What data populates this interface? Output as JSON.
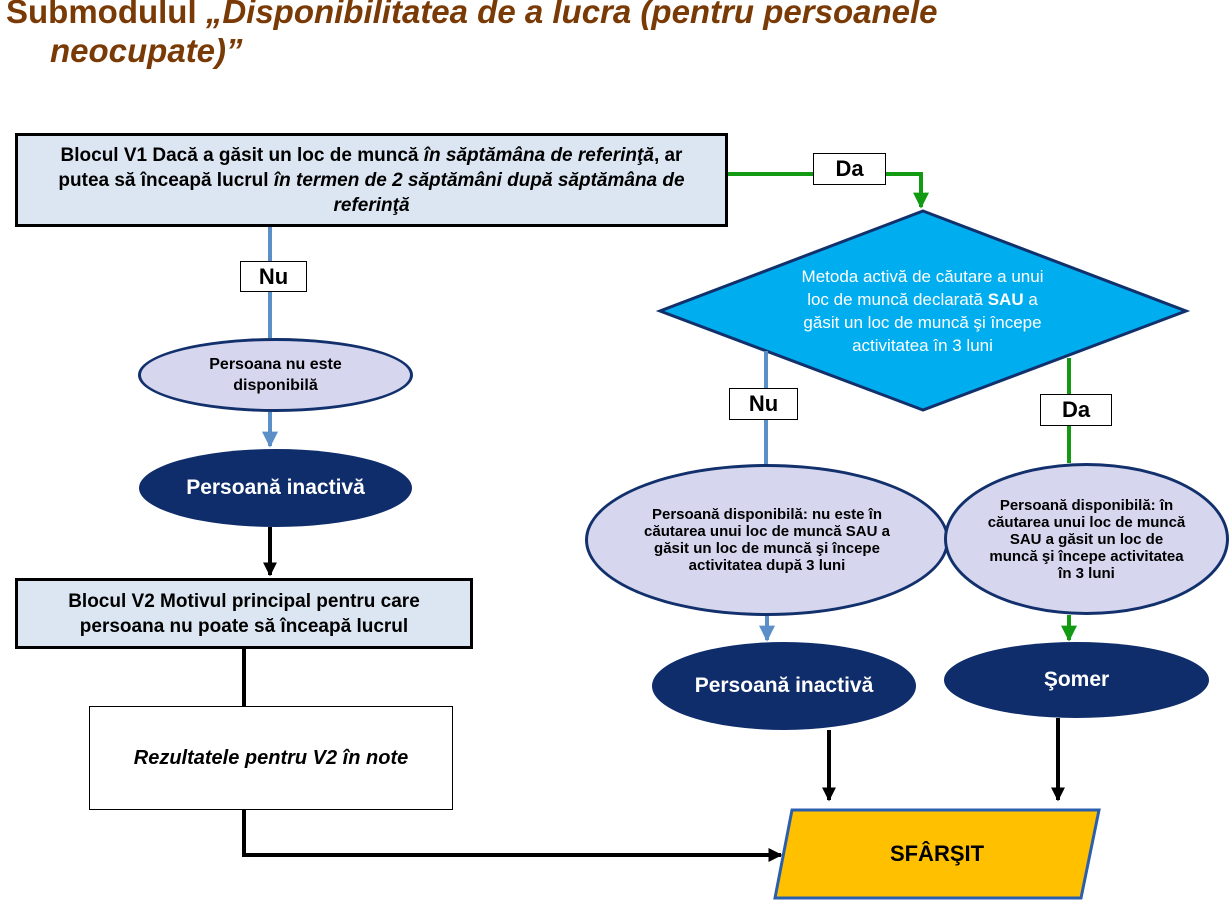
{
  "title": {
    "prefix": "Submodulul ",
    "italic_part": "„Disponibilitatea de a lucra (pentru persoanele",
    "line2": "neocupate)”"
  },
  "nodes": {
    "v1": {
      "t1": "Blocul V1 Dacă a găsit un loc de muncă ",
      "t2": "în săptămâna de referinţă",
      "t3": ", ar putea să înceapă lucrul ",
      "t4": "în termen de 2 săptămâni după săptămâna de referinţă"
    },
    "diamond": {
      "t1": "Metoda activă de căutare a unui loc de muncă declarată ",
      "bold": "SAU",
      "t2": " a găsit un loc de muncă şi începe activitatea în 3 luni"
    },
    "nu_disponibila": "Persoana nu este disponibilă",
    "inactiva_left": "Persoană inactivă",
    "v2": "Blocul V2 Motivul principal pentru care persoana nu poate să înceapă lucrul",
    "notes": "Rezultatele pentru V2 în note",
    "disponibila_nu": "Persoană disponibilă: nu este în căutarea unui loc de muncă SAU a găsit un loc de muncă şi începe activitatea după 3 luni",
    "disponibila_da": "Persoană disponibilă: în căutarea unui loc de muncă SAU a găsit un loc de muncă şi începe activitatea în 3 luni",
    "inactiva_right": "Persoană inactivă",
    "somer": "Şomer",
    "sfarsit": "SFÂRŞIT"
  },
  "labels": {
    "da_top": "Da",
    "nu_left": "Nu",
    "nu_right": "Nu",
    "da_right": "Da"
  },
  "colors": {
    "title": "#7a3a05",
    "box_fill": "#dce6f2",
    "diamond_fill": "#00aeef",
    "oval_light": "#d6d6ef",
    "oval_dark": "#0f2d6b",
    "end_fill": "#ffc000",
    "arrow_yes": "#129b12",
    "arrow_no": "#5b8fc7",
    "arrow_black": "#000000"
  }
}
